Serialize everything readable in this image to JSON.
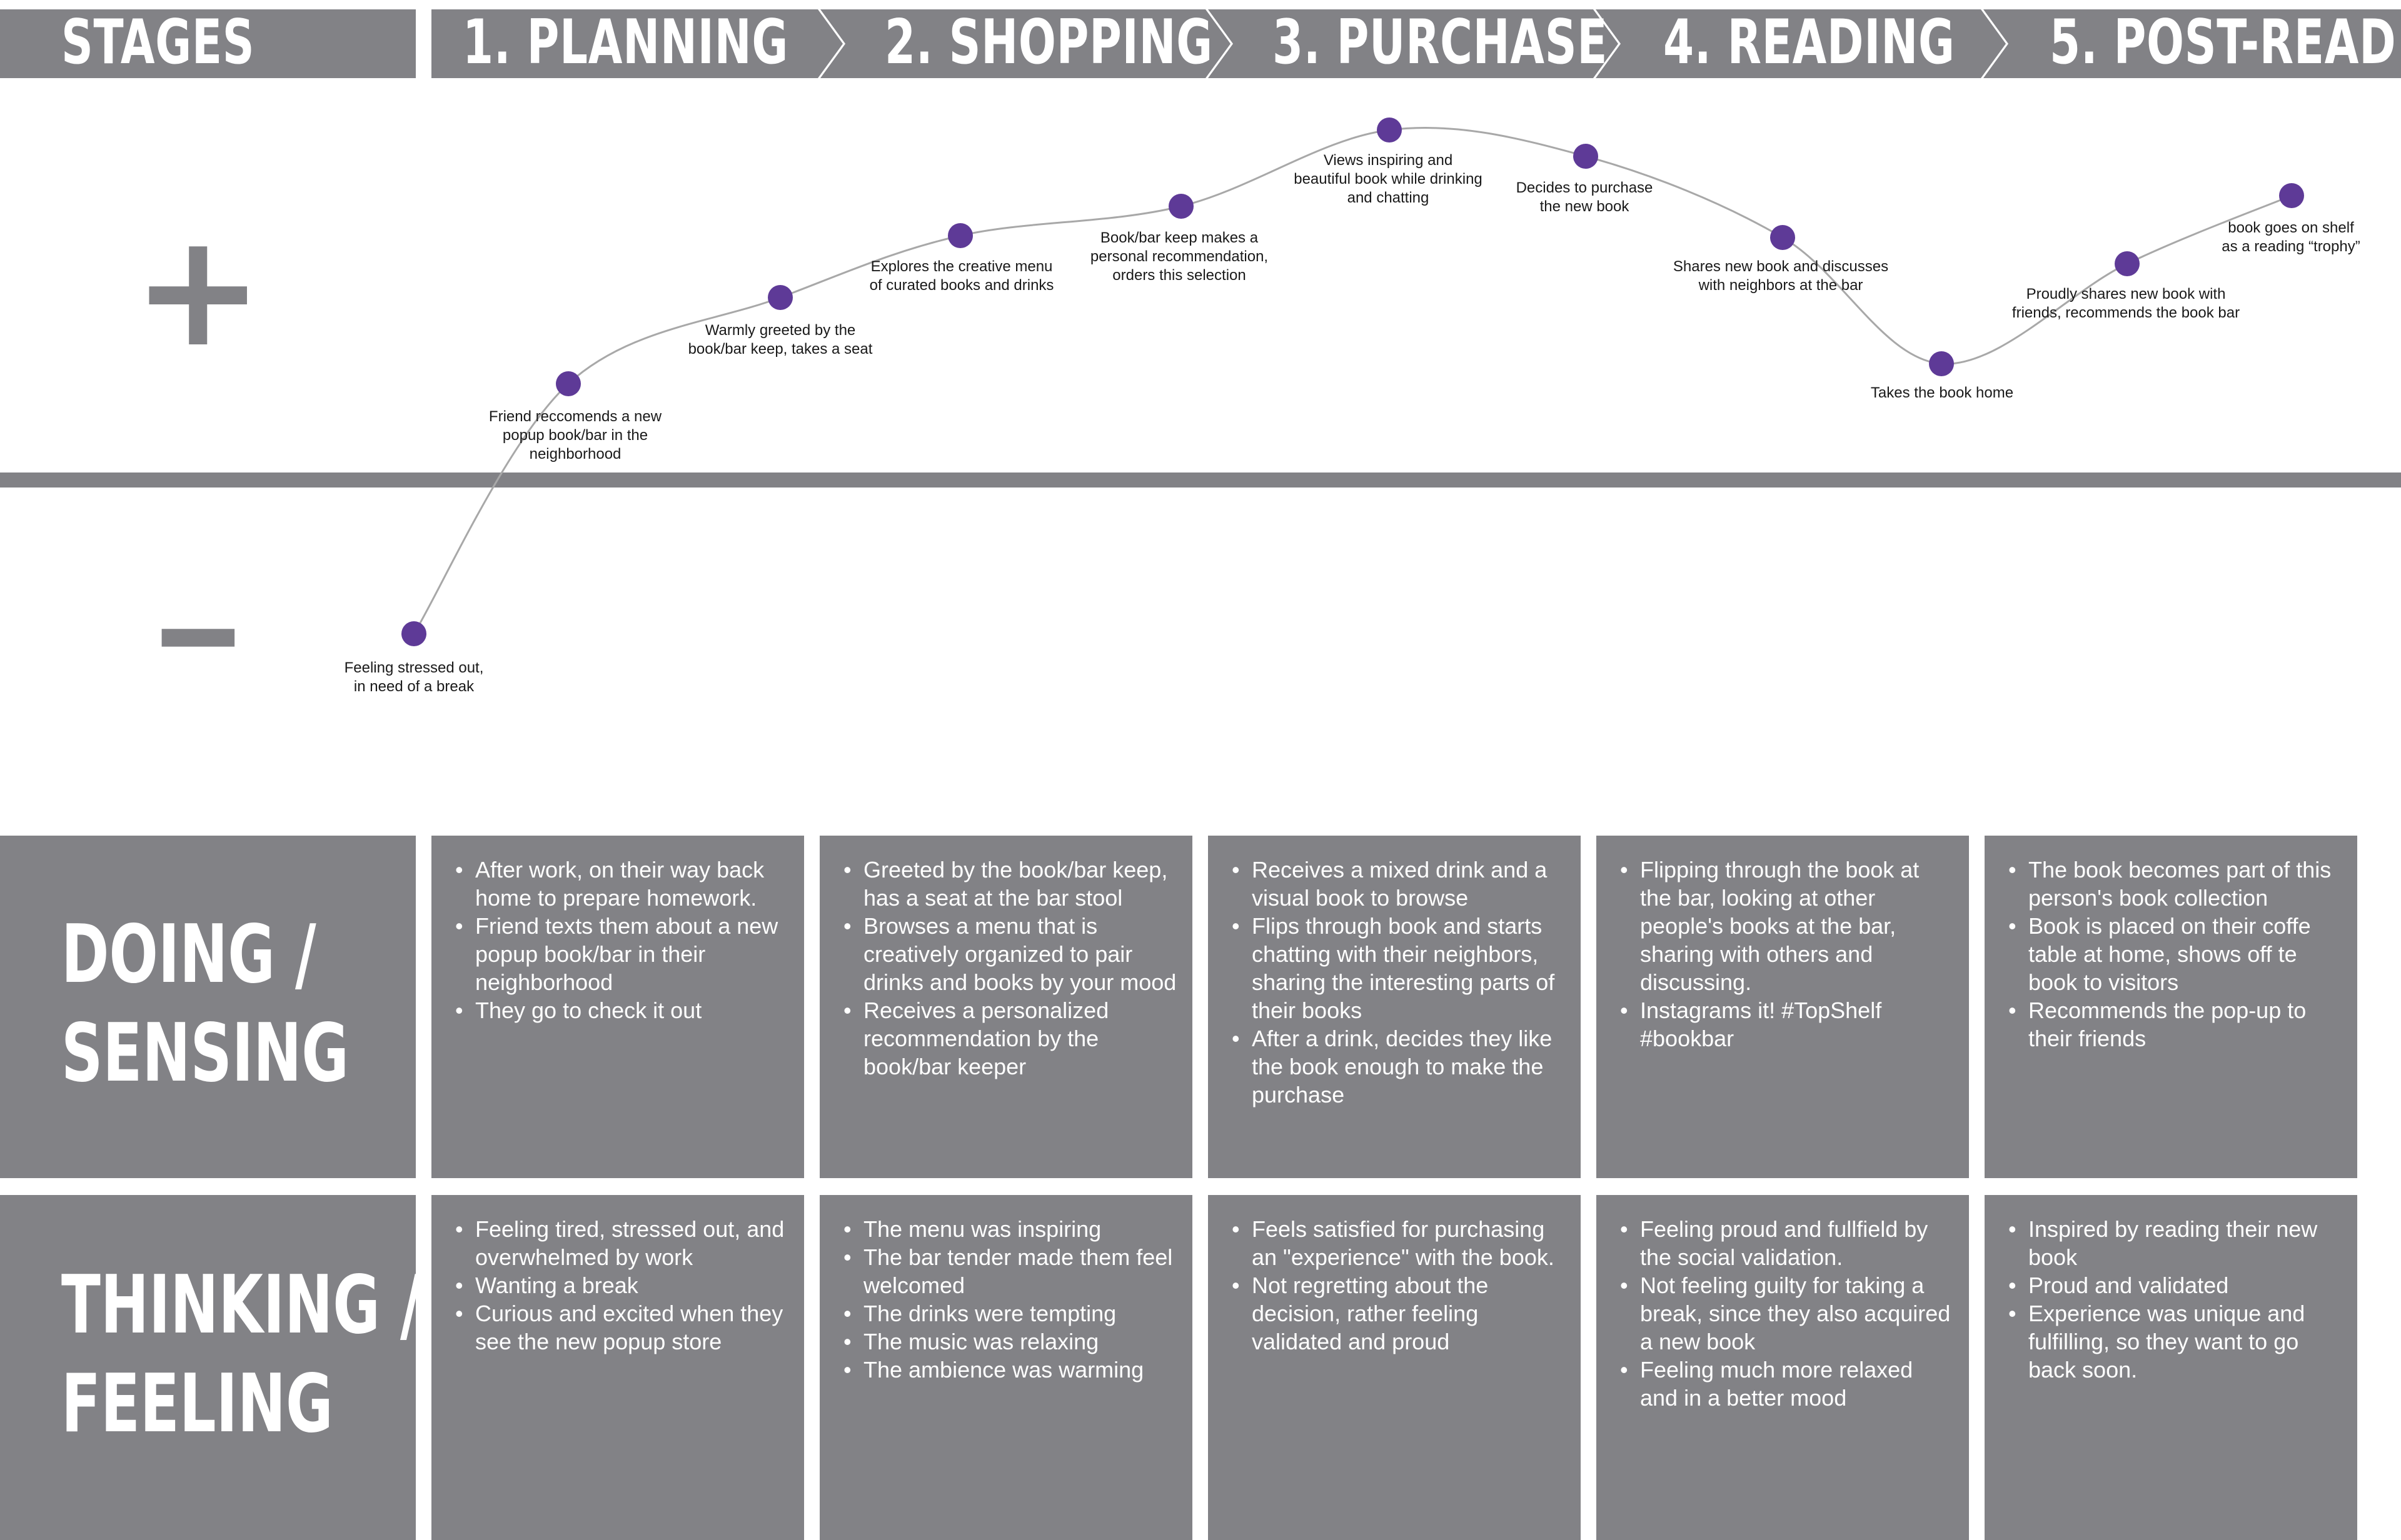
{
  "colors": {
    "gray": "#828286",
    "point": "#5e3a97",
    "curve": "#a8a8a8",
    "text_on_gray": "#ffffff"
  },
  "stages": {
    "header_label": "STAGES",
    "items": [
      "1. PLANNING",
      "2. SHOPPING",
      "3. PURCHASE",
      "4. READING",
      "5. POST-READ"
    ]
  },
  "emotion_scale": {
    "positive": "+",
    "negative": "-"
  },
  "journey": [
    {
      "label": "Feeling stressed out,\nin need of a break",
      "sentiment": "negative"
    },
    {
      "label": "Friend reccomends a new\npopup book/bar in the\nneighborhood",
      "sentiment": "positive"
    },
    {
      "label": "Warmly greeted by the\nbook/bar keep, takes a seat",
      "sentiment": "positive"
    },
    {
      "label": "Explores the creative menu\nof curated books and drinks",
      "sentiment": "positive"
    },
    {
      "label": "Book/bar keep makes a\npersonal recommendation,\norders this selection",
      "sentiment": "positive"
    },
    {
      "label": "Views inspiring and\nbeautiful book while drinking\nand chatting",
      "sentiment": "positive"
    },
    {
      "label": "Decides to purchase\nthe new book",
      "sentiment": "positive"
    },
    {
      "label": "Shares new book and discusses\nwith neighbors at the bar",
      "sentiment": "positive"
    },
    {
      "label": "Takes the book home",
      "sentiment": "positive"
    },
    {
      "label": "Proudly shares new book with\nfriends, recommends the book bar",
      "sentiment": "positive"
    },
    {
      "label": "book goes on shelf\nas a reading “trophy”",
      "sentiment": "positive"
    }
  ],
  "rows": [
    {
      "title_lines": [
        "DOING /",
        "SENSING"
      ],
      "cells": [
        [
          "After work, on their way back home to prepare homework.",
          "Friend texts them about a new popup book/bar in their neighborhood",
          "They go to check it out"
        ],
        [
          "Greeted by the book/bar keep, has a seat at the bar stool",
          "Browses a menu that is creatively organized to pair drinks and books by your mood",
          "Receives a personalized recommendation by the book/bar keeper"
        ],
        [
          "Receives a mixed drink and a visual book to browse",
          "Flips through book and starts chatting with their neighbors, sharing the interesting parts of their books",
          "After a drink, decides they like the book enough to make the purchase"
        ],
        [
          "Flipping through the book at the bar, looking at other people's books at the bar, sharing with others and discussing.",
          "Instagrams it! #TopShelf #bookbar"
        ],
        [
          "The book becomes part of this person's book collection",
          "Book is placed on their coffe table at home, shows off te book to visitors",
          "Recommends the pop-up to their friends"
        ]
      ]
    },
    {
      "title_lines": [
        "THINKING /",
        "FEELING"
      ],
      "cells": [
        [
          "Feeling tired, stressed out, and overwhelmed by work",
          "Wanting a break",
          "Curious and excited when they see the new popup store"
        ],
        [
          "The menu was inspiring",
          "The bar tender made them feel welcomed",
          "The drinks were tempting",
          "The music was relaxing",
          "The ambience was warming"
        ],
        [
          "Feels satisfied for purchasing an \"experience\" with the book.",
          "Not regretting about the decision, rather feeling validated and proud"
        ],
        [
          "Feeling proud and fullfield by the social validation.",
          "Not feeling guilty for taking a break, since they also acquired a new book",
          "Feeling much more relaxed and in a better mood"
        ],
        [
          "Inspired by reading their new book",
          "Proud and validated",
          "Experience was unique and fulfilling, so they want to go back soon."
        ]
      ]
    }
  ]
}
